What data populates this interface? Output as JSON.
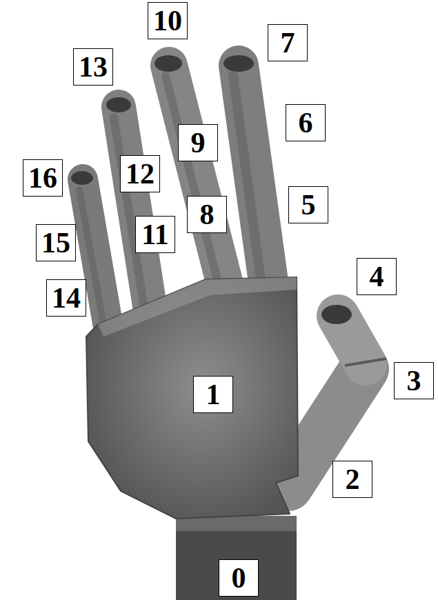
{
  "diagram": {
    "labels": [
      "10",
      "7",
      "13",
      "6",
      "9",
      "16",
      "12",
      "5",
      "8",
      "15",
      "11",
      "14",
      "4",
      "1",
      "3",
      "2",
      "0"
    ]
  }
}
